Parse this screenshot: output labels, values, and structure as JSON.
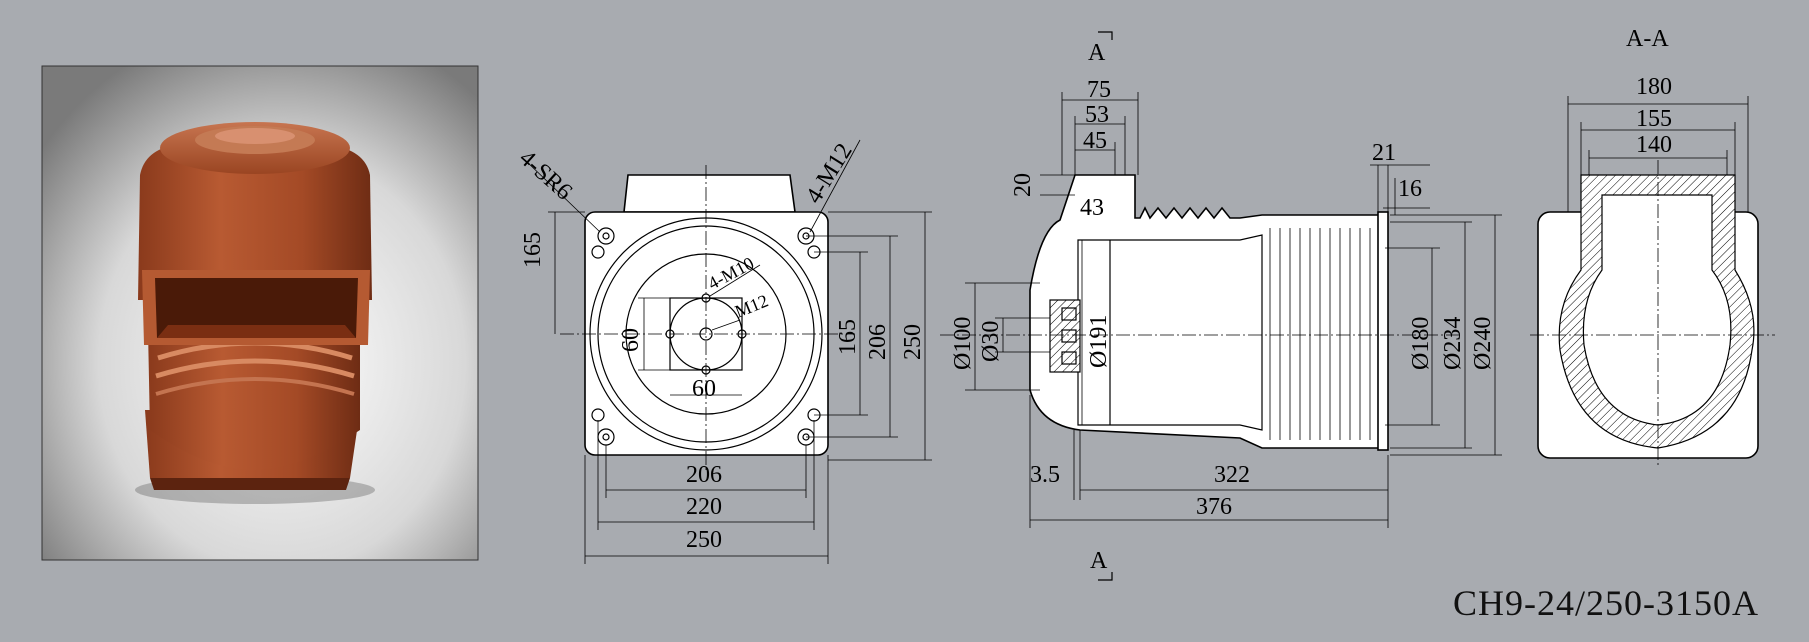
{
  "model": "CH9-24/250-3150A",
  "photo": {
    "alt": "product photo of epoxy contact box"
  },
  "section_label": "A-A",
  "section_mark": "A",
  "front_view": {
    "labels": {
      "sr": "4-SR6",
      "m12_corner": "4-M12",
      "m10": "4-M10",
      "m12_center": "M12",
      "d165_left": "165",
      "d60_v": "60",
      "d60_h": "60",
      "d165_right": "165",
      "d206_right": "206",
      "d250_right": "250",
      "d206_bottom": "206",
      "d220_bottom": "220",
      "d250_bottom": "250"
    }
  },
  "side_view": {
    "labels": {
      "d75": "75",
      "d53": "53",
      "d45": "45",
      "d20": "20",
      "d43": "43",
      "d21": "21",
      "d16": "16",
      "dia100": "Ø100",
      "dia30": "Ø30",
      "dia191": "Ø191",
      "dia180": "Ø180",
      "dia234": "Ø234",
      "dia240": "Ø240",
      "d3_5": "3.5",
      "d322": "322",
      "d376": "376"
    }
  },
  "section_view": {
    "labels": {
      "d180": "180",
      "d155": "155",
      "d140": "140"
    }
  }
}
